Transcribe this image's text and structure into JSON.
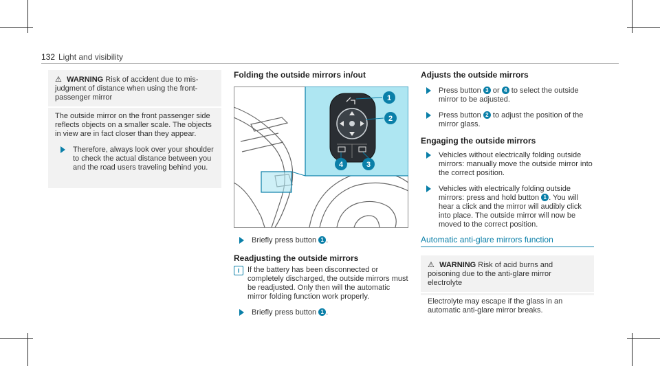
{
  "header": {
    "page_number": "132",
    "title": "Light and visibility"
  },
  "left": {
    "warning": {
      "title": "WARNING",
      "lead": "Risk of accident due to mis-judgment of distance when using the front-passenger mirror",
      "body": "The outside mirror on the front passenger side reflects objects on a smaller scale. The objects in view are in fact closer than they appear.",
      "instruction": "Therefore, always look over your shoulder to check the actual distance between you and the road users traveling behind you."
    }
  },
  "middle": {
    "title": "Folding the outside mirrors in/out",
    "figure_labels": [
      "1",
      "2",
      "4",
      "3"
    ],
    "step1_prefix": "Briefly press button",
    "step1_num": "1",
    "readjust_title": "Readjusting the outside mirrors",
    "readjust_note": "If the battery has been disconnected or completely discharged, the outside mirrors must be readjusted. Only then will the automatic mirror folding function work properly.",
    "step2_prefix": "Briefly press button",
    "step2_num": "1"
  },
  "right": {
    "adjust_title": "Adjusts the outside mirrors",
    "adj1_a": "Press button",
    "adj1_n1": "3",
    "adj1_b": "or",
    "adj1_n2": "4",
    "adj1_c": "to select the outside mirror to be adjusted.",
    "adj2_a": "Press button",
    "adj2_n": "2",
    "adj2_b": "to adjust the position of the mirror glass.",
    "engage_title": "Engaging the outside mirrors",
    "eng1": "Vehicles without electrically folding outside mirrors: manually move the outside mirror into the correct position.",
    "eng2_a": "Vehicles with electrically folding outside mirrors: press and hold button",
    "eng2_n": "1",
    "eng2_b": ". You will hear a click and the mirror will audibly click into place. The outside mirror will now be moved to the correct position.",
    "auto_title": "Automatic anti-glare mirrors function",
    "warning": {
      "title": "WARNING",
      "lead": "Risk of acid burns and poisoning due to the anti-glare mirror electrolyte",
      "body": "Electrolyte may escape if the glass in an automatic anti-glare mirror breaks."
    }
  },
  "colors": {
    "accent": "#0a7fa8",
    "figure_bg": "#aee6f2",
    "box_bg": "#f2f2f2"
  }
}
